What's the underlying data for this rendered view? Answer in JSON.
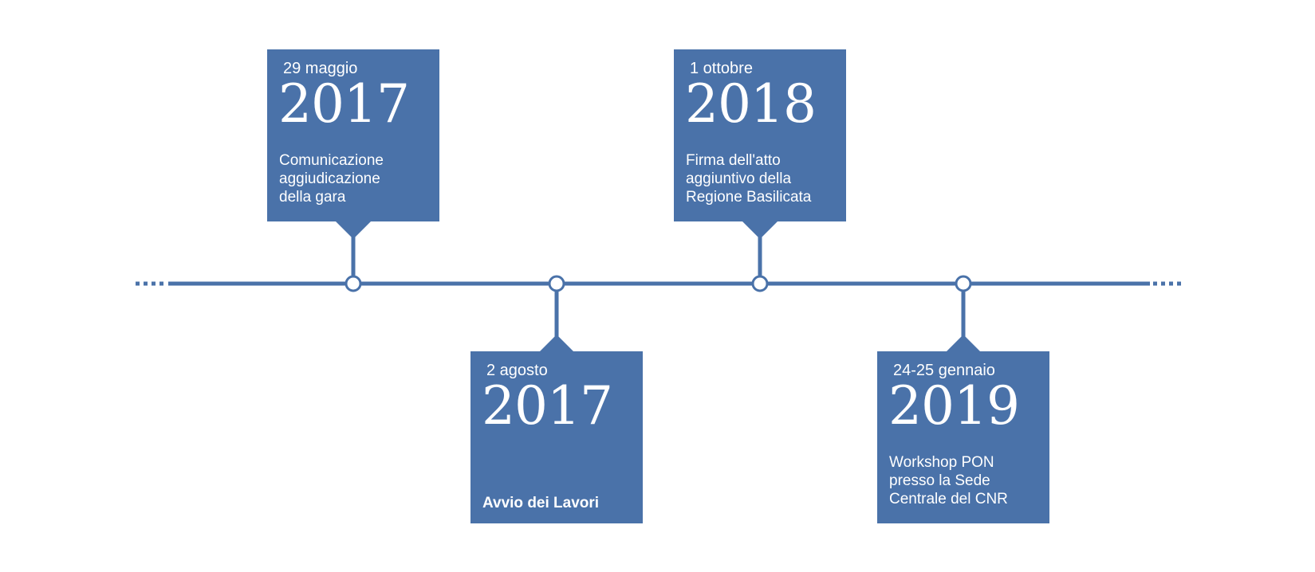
{
  "colors": {
    "accent": "#4a72a9",
    "background": "#ffffff"
  },
  "events": [
    {
      "date": "29 maggio",
      "year": "2017",
      "description": "Comunicazione\naggiudicazione\ndella gara",
      "position": "above"
    },
    {
      "date": "2 agosto",
      "year": "2017",
      "description": "Avvio dei Lavori",
      "position": "below"
    },
    {
      "date": "1 ottobre",
      "year": "2018",
      "description": "Firma dell'atto\naggiuntivo della\nRegione Basilicata",
      "position": "above"
    },
    {
      "date": "24-25 gennaio",
      "year": "2019",
      "description": "Workshop PON\npresso la Sede\nCentrale del CNR",
      "position": "below"
    }
  ]
}
